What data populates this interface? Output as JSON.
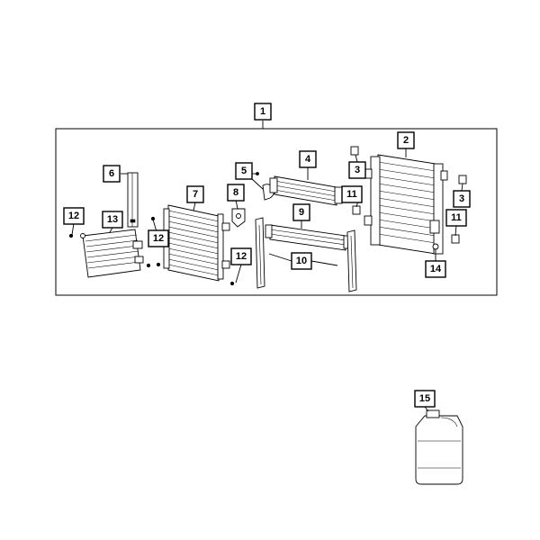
{
  "callouts": [
    {
      "id": "c1",
      "label": "1"
    },
    {
      "id": "c2",
      "label": "2"
    },
    {
      "id": "c3a",
      "label": "3"
    },
    {
      "id": "c3b",
      "label": "3"
    },
    {
      "id": "c4",
      "label": "4"
    },
    {
      "id": "c5",
      "label": "5"
    },
    {
      "id": "c6",
      "label": "6"
    },
    {
      "id": "c7",
      "label": "7"
    },
    {
      "id": "c8",
      "label": "8"
    },
    {
      "id": "c9",
      "label": "9"
    },
    {
      "id": "c10",
      "label": "10"
    },
    {
      "id": "c11a",
      "label": "11"
    },
    {
      "id": "c11b",
      "label": "11"
    },
    {
      "id": "c12a",
      "label": "12"
    },
    {
      "id": "c12b",
      "label": "12"
    },
    {
      "id": "c12c",
      "label": "12"
    },
    {
      "id": "c13",
      "label": "13"
    },
    {
      "id": "c14",
      "label": "14"
    },
    {
      "id": "c15",
      "label": "15"
    }
  ],
  "colors": {
    "line": "#000000",
    "background": "#ffffff"
  }
}
